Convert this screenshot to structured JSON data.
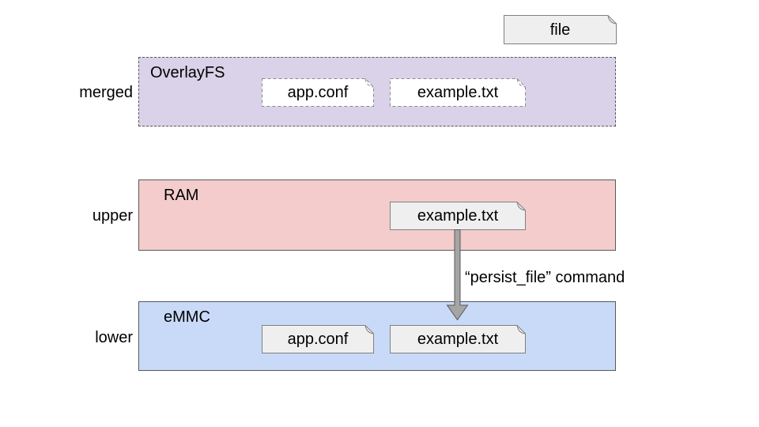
{
  "legend": {
    "label": "file"
  },
  "layers": [
    {
      "row_label": "merged",
      "title": "OverlayFS",
      "fill": "#d9d2e9",
      "border_style": "dashed",
      "files": [
        {
          "label": "app.conf"
        },
        {
          "label": "example.txt"
        }
      ]
    },
    {
      "row_label": "upper",
      "title": "RAM",
      "fill": "#f4cccc",
      "border_style": "solid",
      "files": [
        {
          "label": "example.txt"
        }
      ]
    },
    {
      "row_label": "lower",
      "title": "eMMC",
      "fill": "#c9daf8",
      "border_style": "solid",
      "files": [
        {
          "label": "app.conf"
        },
        {
          "label": "example.txt"
        }
      ]
    }
  ],
  "arrow": {
    "label": "“persist_file” command",
    "from": "upper RAM example.txt",
    "to": "lower eMMC example.txt"
  },
  "colors": {
    "canvas_bg": "#ffffff",
    "merged_fill": "#d9d2e9",
    "upper_fill": "#f4cccc",
    "lower_fill": "#c9daf8",
    "layer_border": "#595959",
    "file_fill": "#efefef",
    "file_ghost_fill": "#ffffff",
    "file_border": "#808080",
    "ghost_border": "#8a8a8a",
    "arrow_fill": "#a5a5a5",
    "arrow_stroke": "#595959",
    "text_color": "#000000"
  }
}
